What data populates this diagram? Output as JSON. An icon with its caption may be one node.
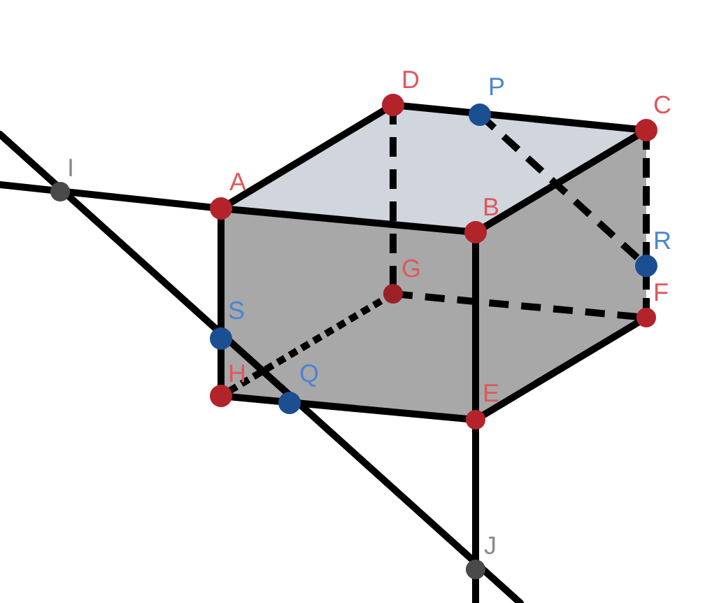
{
  "diagram": {
    "labels": [
      "D",
      "P",
      "C",
      "I",
      "A",
      "B",
      "R",
      "G",
      "F",
      "S",
      "H",
      "Q",
      "E",
      "J"
    ]
  }
}
